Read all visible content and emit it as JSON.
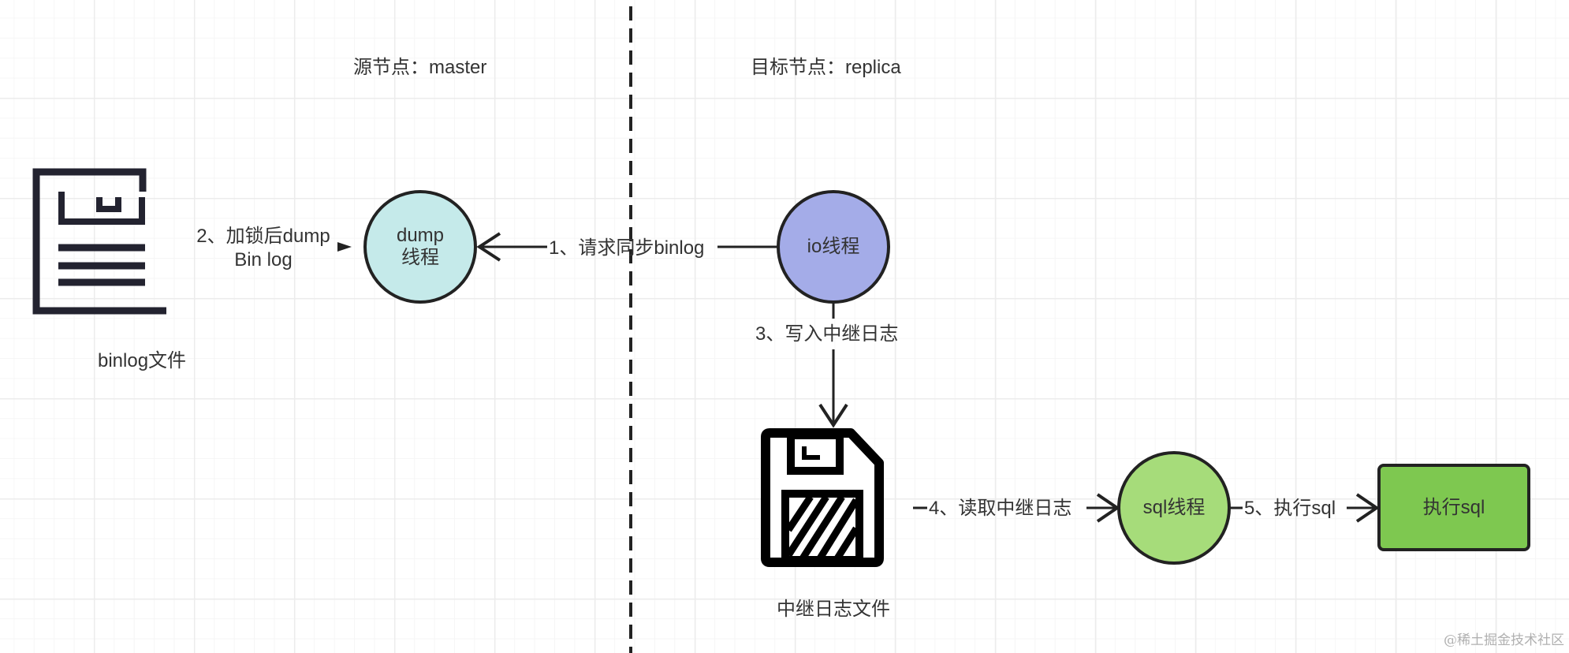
{
  "regions": {
    "source": "源节点：master",
    "target": "目标节点：replica"
  },
  "nodes": {
    "binlog_file": "binlog文件",
    "dump_thread_line1": "dump",
    "dump_thread_line2": "线程",
    "io_thread": "io线程",
    "relay_log_file": "中继日志文件",
    "sql_thread": "sql线程",
    "exec_sql": "执行sql"
  },
  "edges": {
    "step1": "1、请求同步binlog",
    "step2_line1": "2、加锁后dump",
    "step2_line2": "Bin log",
    "step3": "3、写入中继日志",
    "step4": "4、读取中继日志",
    "step5": "5、执行sql"
  },
  "colors": {
    "dump_thread": "#c5eaea",
    "io_thread": "#a4ace8",
    "sql_thread": "#a6dc7a",
    "exec_sql": "#7ec850",
    "stroke": "#222222",
    "icon": "#232330"
  },
  "icons": {
    "binlog": "document-list-icon",
    "relay_log": "floppy-disk-icon"
  },
  "watermark": "@稀土掘金技术社区"
}
